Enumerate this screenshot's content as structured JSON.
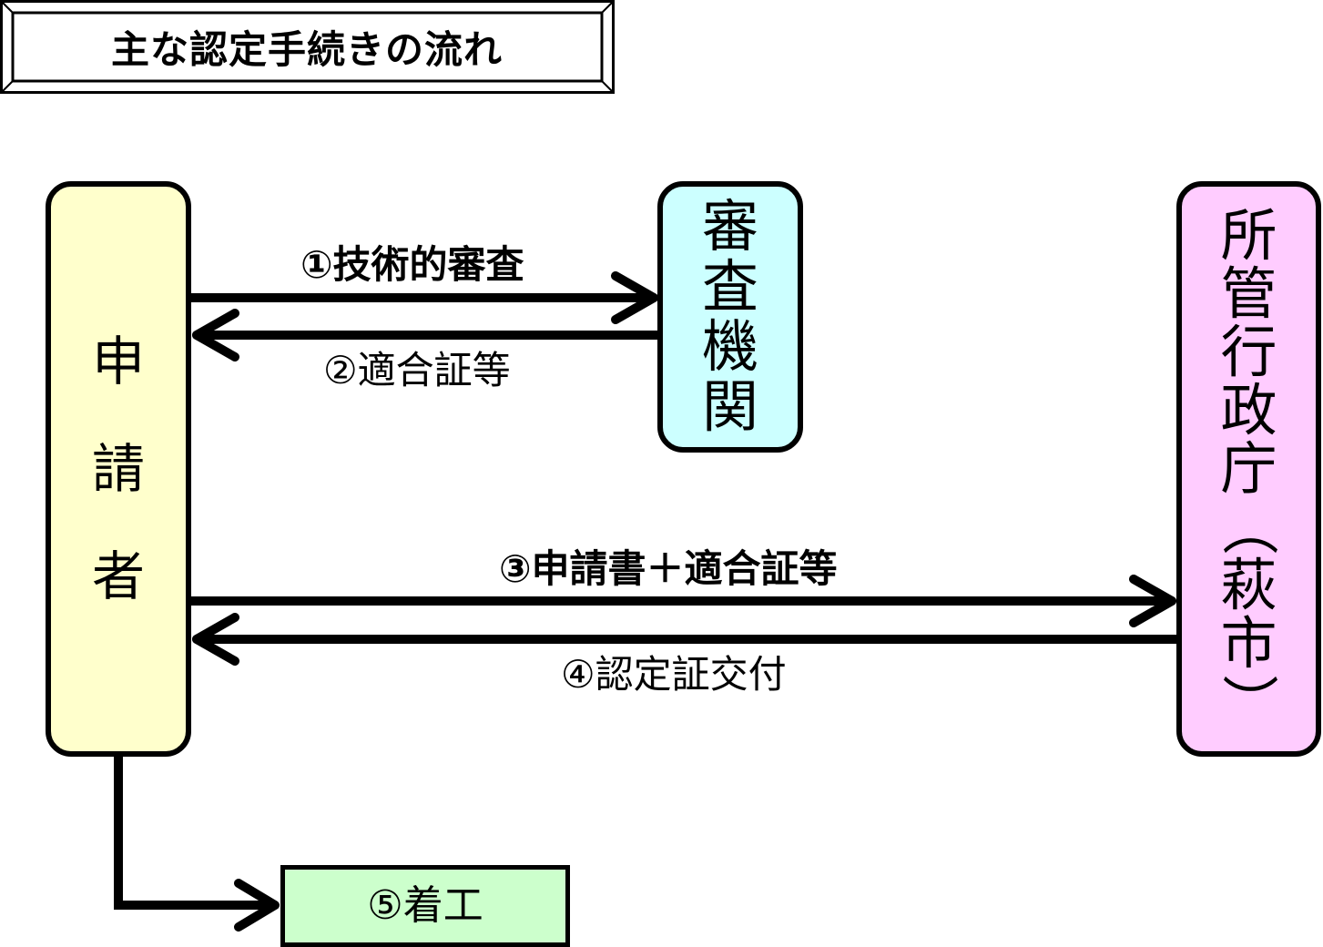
{
  "title": "主な認定手続きの流れ",
  "nodes": {
    "applicant": [
      "申",
      "請",
      "者"
    ],
    "review_body": [
      "審",
      "査",
      "機",
      "関"
    ],
    "admin_office": [
      "所",
      "管",
      "行",
      "政",
      "庁",
      "（",
      "萩",
      "市",
      "）"
    ],
    "construction_start": "⑤着工"
  },
  "flows": {
    "technical_review": "①技術的審査",
    "conformity_certificate": "②適合証等",
    "application_submission": "③申請書＋適合証等",
    "certification_issue": "④認定証交付"
  },
  "colors": {
    "applicant_fill": "#ffffcc",
    "review_body_fill": "#ccffff",
    "admin_office_fill": "#ffccff",
    "construction_start_fill": "#ccffcc",
    "stroke": "#000000"
  }
}
